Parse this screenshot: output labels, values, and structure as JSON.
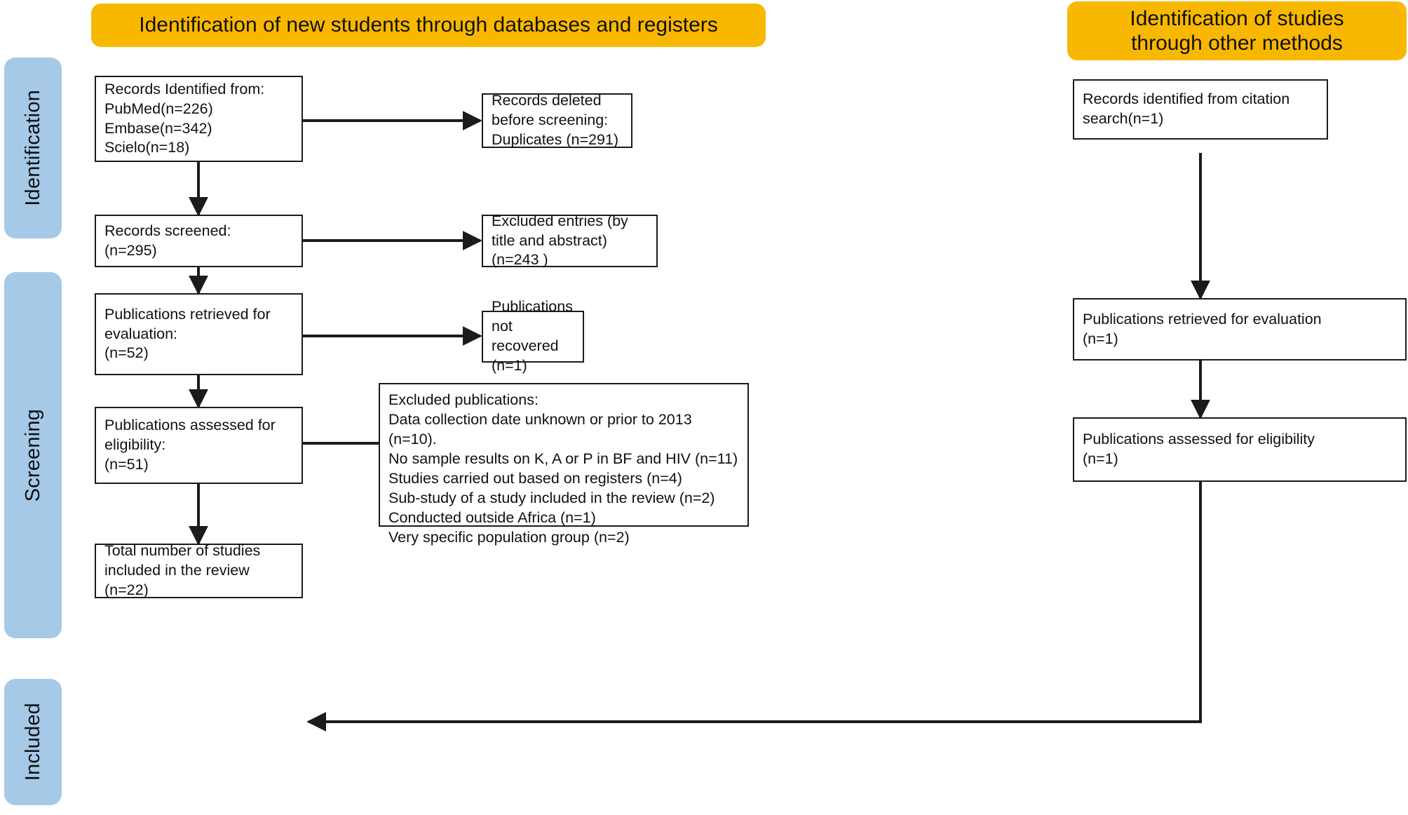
{
  "diagram": {
    "type": "prisma-flow-diagram",
    "phases": [
      {
        "id": "identification",
        "label": "Identification"
      },
      {
        "id": "screening",
        "label": "Screening"
      },
      {
        "id": "included",
        "label": "Included"
      }
    ],
    "headers": {
      "databases": "Identification of new students through databases and registers",
      "other_methods": "Identification of studies\nthrough other methods"
    },
    "colors": {
      "header_orange": "#f9b800",
      "phase_blue": "#a6c9e8",
      "box_border": "#1b1b1b",
      "box_fill": "#ffffff",
      "text": "#111111"
    },
    "boxes": {
      "records_identified": "Records Identified from:\nPubMed(n=226)\nEmbase(n=342)\nScielo(n=18)",
      "records_deleted": "Records deleted before screening:\nDuplicates (n=291)",
      "records_screened": "Records screened:\n(n=295)",
      "excluded_entries": "Excluded entries (by title and abstract)\n(n=243 )",
      "publications_retrieved": "Publications retrieved for\nevaluation:\n(n=52)",
      "publications_not_recovered": "Publications not recovered\n(n=1)",
      "publications_assessed": "Publications assessed for\neligibility:\n(n=51)",
      "excluded_publications": "Excluded publications:\nData collection date unknown or prior to 2013 (n=10).\nNo sample results on K, A or P in BF and HIV (n=11)\nStudies carried out based on registers (n=4)\nSub-study of a study included in the review (n=2)\nConducted outside Africa (n=1)\nVery specific population group (n=2)",
      "total_included": "Total number of studies\nincluded in the review (n=22)",
      "citation_records": "Records identified from citation\nsearch(n=1)",
      "citation_retrieved": "Publications retrieved for evaluation\n(n=1)",
      "citation_assessed": "Publications assessed for eligibility\n(n=1)"
    },
    "counts": {
      "pubmed": 226,
      "embase": 342,
      "scielo": 18,
      "duplicates_removed": 291,
      "records_screened": 295,
      "excluded_by_title_abstract": 243,
      "retrieved_for_evaluation": 52,
      "not_recovered": 1,
      "assessed_for_eligibility": 51,
      "excluded_date_unknown_or_prior_2013": 10,
      "excluded_no_sample_results": 11,
      "excluded_register_based": 4,
      "excluded_substudy": 2,
      "excluded_outside_africa": 1,
      "excluded_specific_population": 2,
      "total_included": 22,
      "citation_records": 1,
      "citation_retrieved": 1,
      "citation_assessed": 1
    }
  }
}
